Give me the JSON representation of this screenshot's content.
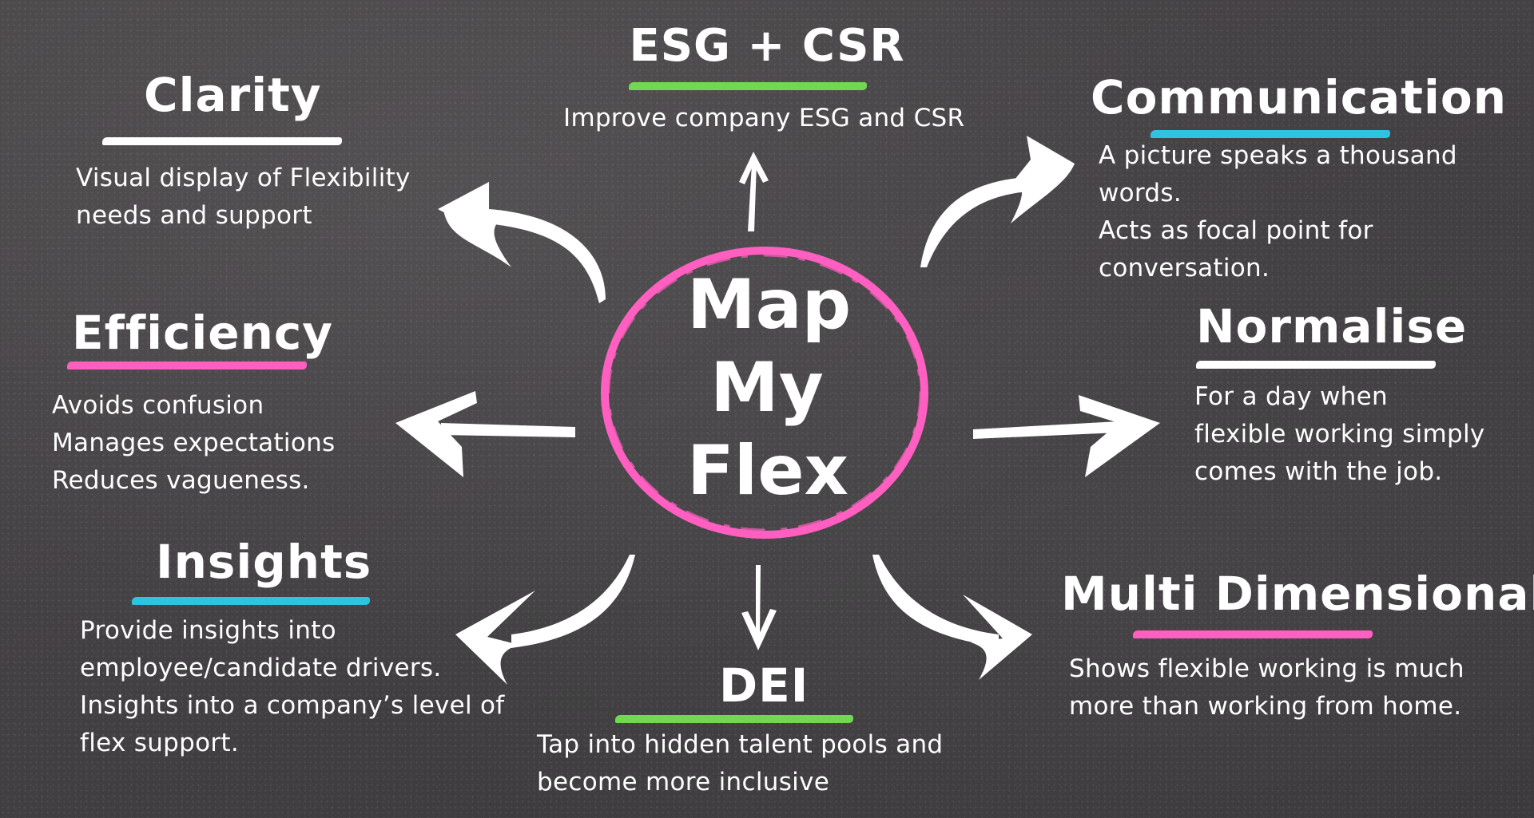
{
  "center": {
    "lines": [
      "Map",
      "My",
      "Flex"
    ],
    "ring_color": "#ff5fc0"
  },
  "colors": {
    "white": "#ffffff",
    "green": "#72d84f",
    "blue": "#2ec4e0",
    "pink": "#ff5fc0"
  },
  "nodes": {
    "esg": {
      "title": "ESG + CSR",
      "description": "Improve company ESG and CSR",
      "underline": "green"
    },
    "clarity": {
      "title": "Clarity",
      "description": "Visual display of Flexibility\nneeds and support",
      "underline": "white"
    },
    "communication": {
      "title": "Communication",
      "description": "A picture speaks a thousand\nwords.\nActs as focal point for\nconversation.",
      "underline": "blue"
    },
    "efficiency": {
      "title": "Efficiency",
      "description": "Avoids confusion\nManages expectations\nReduces vagueness.",
      "underline": "pink"
    },
    "normalise": {
      "title": "Normalise",
      "description": "For a day when\nflexible working simply\ncomes with the job.",
      "underline": "white"
    },
    "insights": {
      "title": "Insights",
      "description": "Provide insights into\nemployee/candidate drivers.\nInsights into a company’s level of\nflex support.",
      "underline": "blue"
    },
    "dei": {
      "title": "DEI",
      "description": "Tap into hidden talent pools and\nbecome more inclusive",
      "underline": "green"
    },
    "multi": {
      "title": "Multi Dimensional",
      "description": "Shows flexible working is much\nmore than working from home.",
      "underline": "pink"
    }
  },
  "arrows": [
    {
      "name": "arrow-to-esg",
      "direction": "up"
    },
    {
      "name": "arrow-to-clarity",
      "direction": "up-left"
    },
    {
      "name": "arrow-to-communication",
      "direction": "up-right"
    },
    {
      "name": "arrow-to-efficiency",
      "direction": "left"
    },
    {
      "name": "arrow-to-normalise",
      "direction": "right"
    },
    {
      "name": "arrow-to-insights",
      "direction": "down-left"
    },
    {
      "name": "arrow-to-dei",
      "direction": "down"
    },
    {
      "name": "arrow-to-multi-dimensional",
      "direction": "down-right"
    }
  ]
}
